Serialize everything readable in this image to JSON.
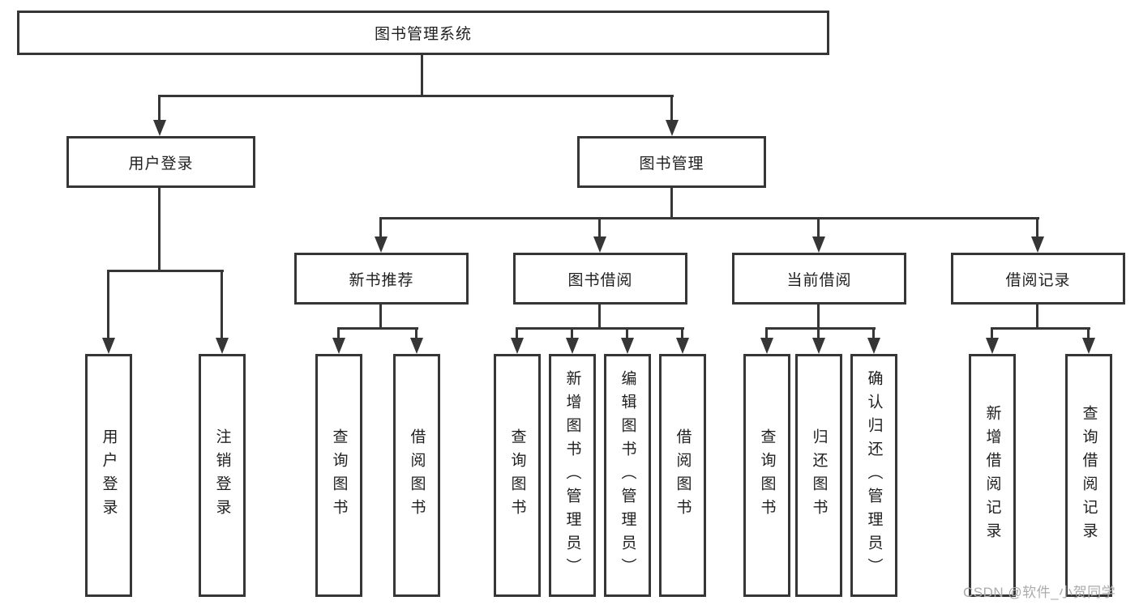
{
  "diagram_title": "图书管理系统",
  "colors": {
    "line": "#363636",
    "text": "#1f1f1f",
    "watermark": "#ababab",
    "background": "#ffffff"
  },
  "tree": {
    "label": "图书管理系统",
    "children": [
      {
        "label": "用户登录",
        "children": [
          {
            "label": "用户登录"
          },
          {
            "label": "注销登录"
          }
        ]
      },
      {
        "label": "图书管理",
        "children": [
          {
            "label": "新书推荐",
            "children": [
              {
                "label": "查询图书"
              },
              {
                "label": "借阅图书"
              }
            ]
          },
          {
            "label": "图书借阅",
            "children": [
              {
                "label": "查询图书"
              },
              {
                "label": "新增图书（管理员）"
              },
              {
                "label": "编辑图书（管理员）"
              },
              {
                "label": "借阅图书"
              }
            ]
          },
          {
            "label": "当前借阅",
            "children": [
              {
                "label": "查询图书"
              },
              {
                "label": "归还图书"
              },
              {
                "label": "确认归还（管理员）"
              }
            ]
          },
          {
            "label": "借阅记录",
            "children": [
              {
                "label": "新增借阅记录"
              },
              {
                "label": "查询借阅记录"
              }
            ]
          }
        ]
      }
    ]
  },
  "watermark": {
    "text": "CSDN @软件_小贺同学"
  }
}
